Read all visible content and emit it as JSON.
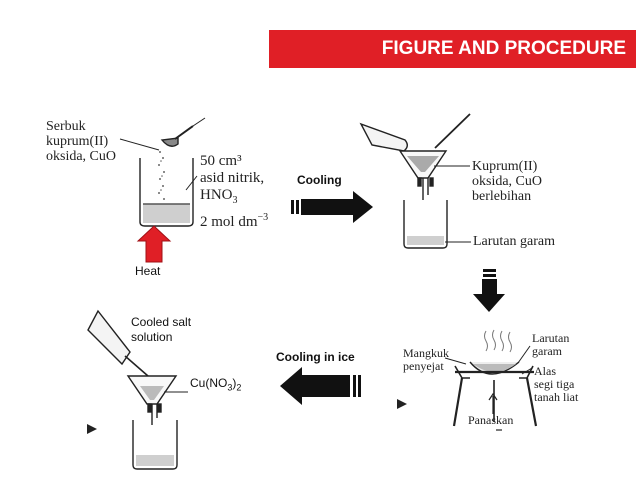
{
  "banner": {
    "title": "FIGURE AND PROCEDURE",
    "color": "#e01f26"
  },
  "step1": {
    "powder_label": [
      "Serbuk",
      "kuprum(II)",
      "oksida, CuO"
    ],
    "acid_label": {
      "volume": "50 cm³",
      "name": "asid nitrik,",
      "formula_main": "HNO",
      "formula_sub": "3",
      "conc_main": "2 mol dm",
      "conc_sup": "−3"
    },
    "heat_label": "Heat"
  },
  "arrow1_label": "Cooling",
  "step2": {
    "solid_label": [
      "Kuprum(II)",
      "oksida, CuO",
      "berlebihan"
    ],
    "filtrate_label": "Larutan garam"
  },
  "step3": {
    "dish_label": [
      "Mangkuk",
      "penyejat"
    ],
    "solution_label": [
      "Larutan",
      "garam"
    ],
    "triangle_label": [
      "Alas",
      "segi tiga",
      "tanah liat"
    ],
    "heat_label": "Panaskan"
  },
  "arrow3_label": "Cooling in ice",
  "step4": {
    "cooled_label": [
      "Cooled salt",
      "solution"
    ],
    "product_main": "Cu(NO",
    "product_sub1": "3",
    "product_close": ")",
    "product_sub2": "2"
  },
  "colors": {
    "heat_arrow": "#e01f26",
    "block_arrow": "#111111"
  }
}
